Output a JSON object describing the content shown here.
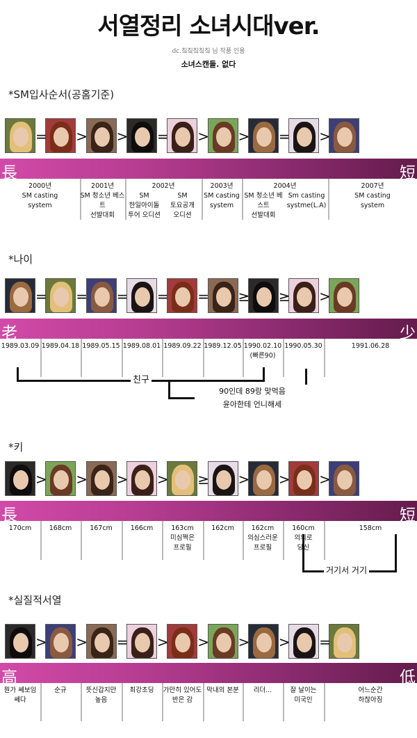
{
  "title": "서열정리 소녀시대ver.",
  "credit": "dc.칰칰칰칰칰 님 작품 인용",
  "tagline": "소녀스캔들. 없다",
  "photo_colors": {
    "A": {
      "bg": "#6b7a3c",
      "hair": "#e3c07a"
    },
    "B": {
      "bg": "#a33b3b",
      "hair": "#7a2e1a"
    },
    "C": {
      "bg": "#8a6a55",
      "hair": "#3a2418"
    },
    "D": {
      "bg": "#2b2a28",
      "hair": "#0e0c0c"
    },
    "E": {
      "bg": "#ecd0de",
      "hair": "#3a2018"
    },
    "F": {
      "bg": "#7aa65a",
      "hair": "#6a3a24"
    },
    "G": {
      "bg": "#262b38",
      "hair": "#9a6a40"
    },
    "H": {
      "bg": "#e6dbe6",
      "hair": "#1a1414"
    },
    "I": {
      "bg": "#3c3f78",
      "hair": "#8a5a40"
    }
  },
  "sections": [
    {
      "header": "*SM입사순서(공홈기준)",
      "left_glyph": "長",
      "right_glyph": "短",
      "photos": [
        "A",
        "B",
        "C",
        "D",
        "E",
        "F",
        "G",
        "H",
        "I"
      ],
      "operators": [
        "=",
        ">",
        ">",
        "=",
        ">",
        ">",
        "=",
        ">"
      ],
      "cells": [
        {
          "text": "2000년\nSM casting\nsystem"
        },
        {
          "text": "2001년\nSM 청소년 베스트\n선발대회"
        },
        {
          "text": "2002년",
          "subs": [
            "SM\n한일아이돌\n투어 오디션",
            "SM\n토요공개\n오디션"
          ]
        },
        {
          "text": "2003년\nSM casting\nsystem"
        },
        {
          "text": "2004년",
          "subs": [
            "SM 청소년 베스트\n선발대회",
            "Sm casting\nsystme(L.A)"
          ]
        },
        {
          "text": "2007년\nSM casting\nsystem"
        }
      ]
    },
    {
      "header": "*나이",
      "left_glyph": "老",
      "right_glyph": "少",
      "photos": [
        "G",
        "A",
        "I",
        "H",
        "B",
        "C",
        "D",
        "E",
        "F"
      ],
      "operators": [
        "=",
        "=",
        "=",
        "=",
        "=",
        "≥",
        "≥",
        ">"
      ],
      "cells": [
        {
          "text": "1989.03.09"
        },
        {
          "text": "1989.04.18"
        },
        {
          "text": "1989.05.15"
        },
        {
          "text": "1989.08.01"
        },
        {
          "text": "1989.09.22"
        },
        {
          "text": "1989.12.05"
        },
        {
          "text": "1990.02.10\n(빠른90)"
        },
        {
          "text": "1990.05.30"
        },
        {
          "text": "1991.06.28"
        }
      ],
      "brackets": [
        "친구",
        "90인데 89랑 맞먹음\n윤아한테 언니해세"
      ]
    },
    {
      "header": "*키",
      "left_glyph": "長",
      "right_glyph": "短",
      "photos": [
        "D",
        "F",
        "C",
        "E",
        "A",
        "H",
        "G",
        "B",
        "I"
      ],
      "operators": [
        ">",
        ">",
        ">",
        ">",
        "≥",
        ">",
        ">",
        ">"
      ],
      "cells": [
        {
          "text": "170cm"
        },
        {
          "text": "168cm"
        },
        {
          "text": "167cm"
        },
        {
          "text": "166cm"
        },
        {
          "text": "163cm\n미심쩍은\n프로필"
        },
        {
          "text": "162cm"
        },
        {
          "text": "162cm\n의심스러운\n프로필"
        },
        {
          "text": "160cm\n의외로\n당신"
        },
        {
          "text": "158cm"
        }
      ],
      "brackets": [
        "거기서 거기"
      ]
    },
    {
      "header": "*실질적서열",
      "left_glyph": "高",
      "right_glyph": "低",
      "photos": [
        "D",
        "I",
        "C",
        "E",
        "B",
        "F",
        "G",
        "H",
        "A"
      ],
      "operators": [
        ">",
        ">",
        "=",
        ">",
        ">",
        ">",
        ">",
        "="
      ],
      "cells": [
        {
          "text": "뭔가 쎄보임\n쎄다"
        },
        {
          "text": "순규"
        },
        {
          "text": "뜻신갑지만\n높음"
        },
        {
          "text": "최강초딩"
        },
        {
          "text": "가만히 있어도\n반은 감"
        },
        {
          "text": "막내의 본분"
        },
        {
          "text": "리더..."
        },
        {
          "text": "잘 날이는\n미국인"
        },
        {
          "text": "어느순간\n하찮아짐"
        }
      ]
    }
  ]
}
